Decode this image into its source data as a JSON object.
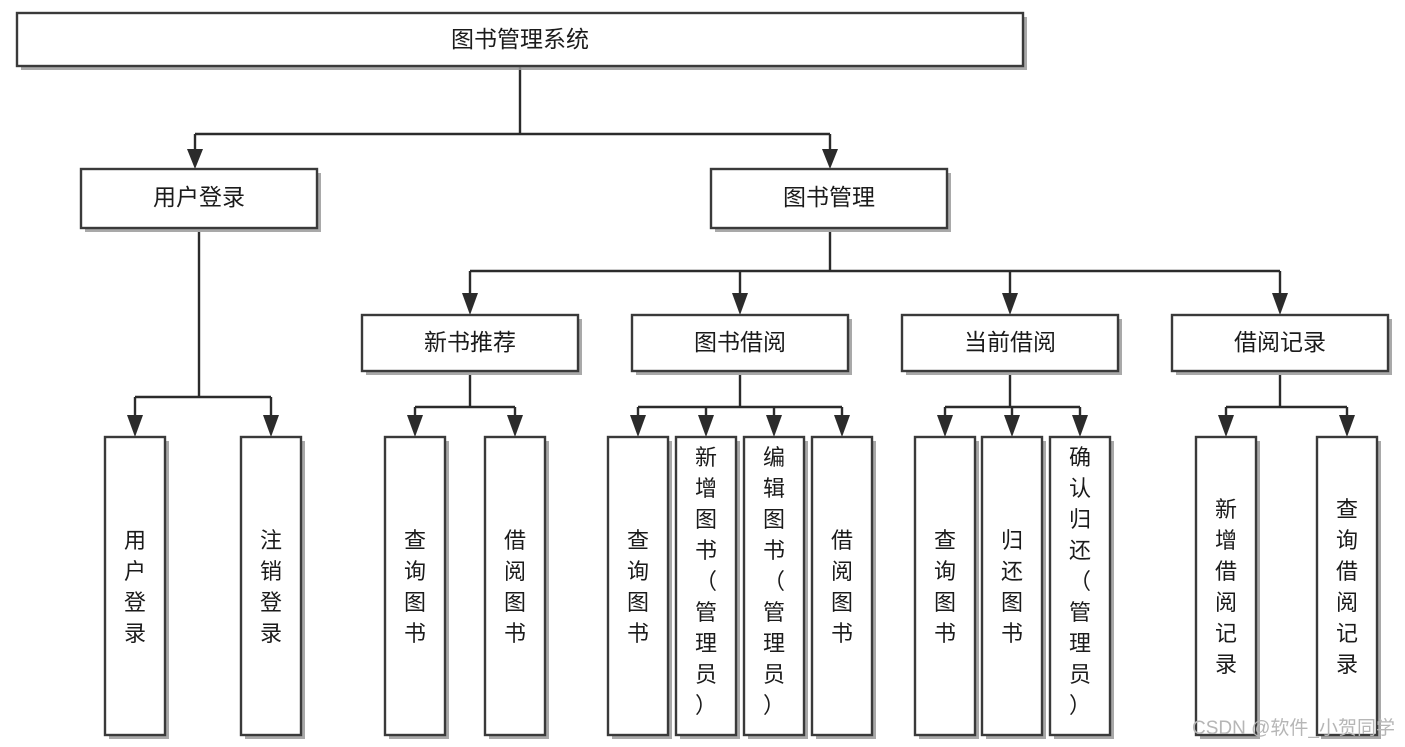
{
  "diagram": {
    "title": "图书管理系统",
    "type": "hierarchy-tree",
    "levels": 4,
    "colors": {
      "box_fill": "#ffffff",
      "box_stroke": "#3a3a3a",
      "connector": "#2b2b2b",
      "text": "#1b1b1b",
      "watermark": "#b6b6b6",
      "background": "#ffffff"
    },
    "root": {
      "label": "图书管理系统"
    },
    "level2": [
      {
        "id": "user-login",
        "label": "用户登录"
      },
      {
        "id": "book-management",
        "label": "图书管理"
      }
    ],
    "level3": [
      {
        "id": "new-book-recommend",
        "label": "新书推荐"
      },
      {
        "id": "book-borrow",
        "label": "图书借阅"
      },
      {
        "id": "current-borrow",
        "label": "当前借阅"
      },
      {
        "id": "borrow-record",
        "label": "借阅记录"
      }
    ],
    "leaves": {
      "user_login": [
        {
          "id": "leaf-user-login",
          "label": "用户登录"
        },
        {
          "id": "leaf-logout-login",
          "label": "注销登录"
        }
      ],
      "new_book_recommend": [
        {
          "id": "leaf-query-book-1",
          "label": "查询图书"
        },
        {
          "id": "leaf-borrow-book-1",
          "label": "借阅图书"
        }
      ],
      "book_borrow": [
        {
          "id": "leaf-query-book-2",
          "label": "查询图书"
        },
        {
          "id": "leaf-add-book",
          "label": "新增图书（管理员）"
        },
        {
          "id": "leaf-edit-book",
          "label": "编辑图书（管理员）"
        },
        {
          "id": "leaf-borrow-book-2",
          "label": "借阅图书"
        }
      ],
      "current_borrow": [
        {
          "id": "leaf-query-book-3",
          "label": "查询图书"
        },
        {
          "id": "leaf-return-book",
          "label": "归还图书"
        },
        {
          "id": "leaf-confirm-return",
          "label": "确认归还（管理员）"
        }
      ],
      "borrow_record": [
        {
          "id": "leaf-add-record",
          "label": "新增借阅记录"
        },
        {
          "id": "leaf-query-record",
          "label": "查询借阅记录"
        }
      ]
    },
    "watermark": "CSDN @软件_小贺同学"
  }
}
